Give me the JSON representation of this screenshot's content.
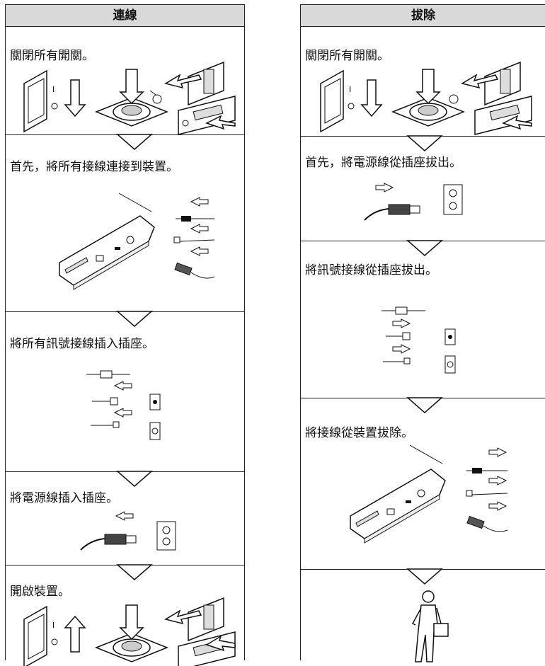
{
  "connect": {
    "title": "連線",
    "steps": [
      "關閉所有開關。",
      "首先，將所有接線連接到裝置。",
      "將所有訊號接線插入插座。",
      "將電源線插入插座。",
      "開啟裝置。"
    ]
  },
  "disconnect": {
    "title": "拔除",
    "steps": [
      "關閉所有開關。",
      "首先，將電源線從插座拔出。",
      "將訊號接線從插座拔出。",
      "將接線從裝置拔除。"
    ]
  }
}
